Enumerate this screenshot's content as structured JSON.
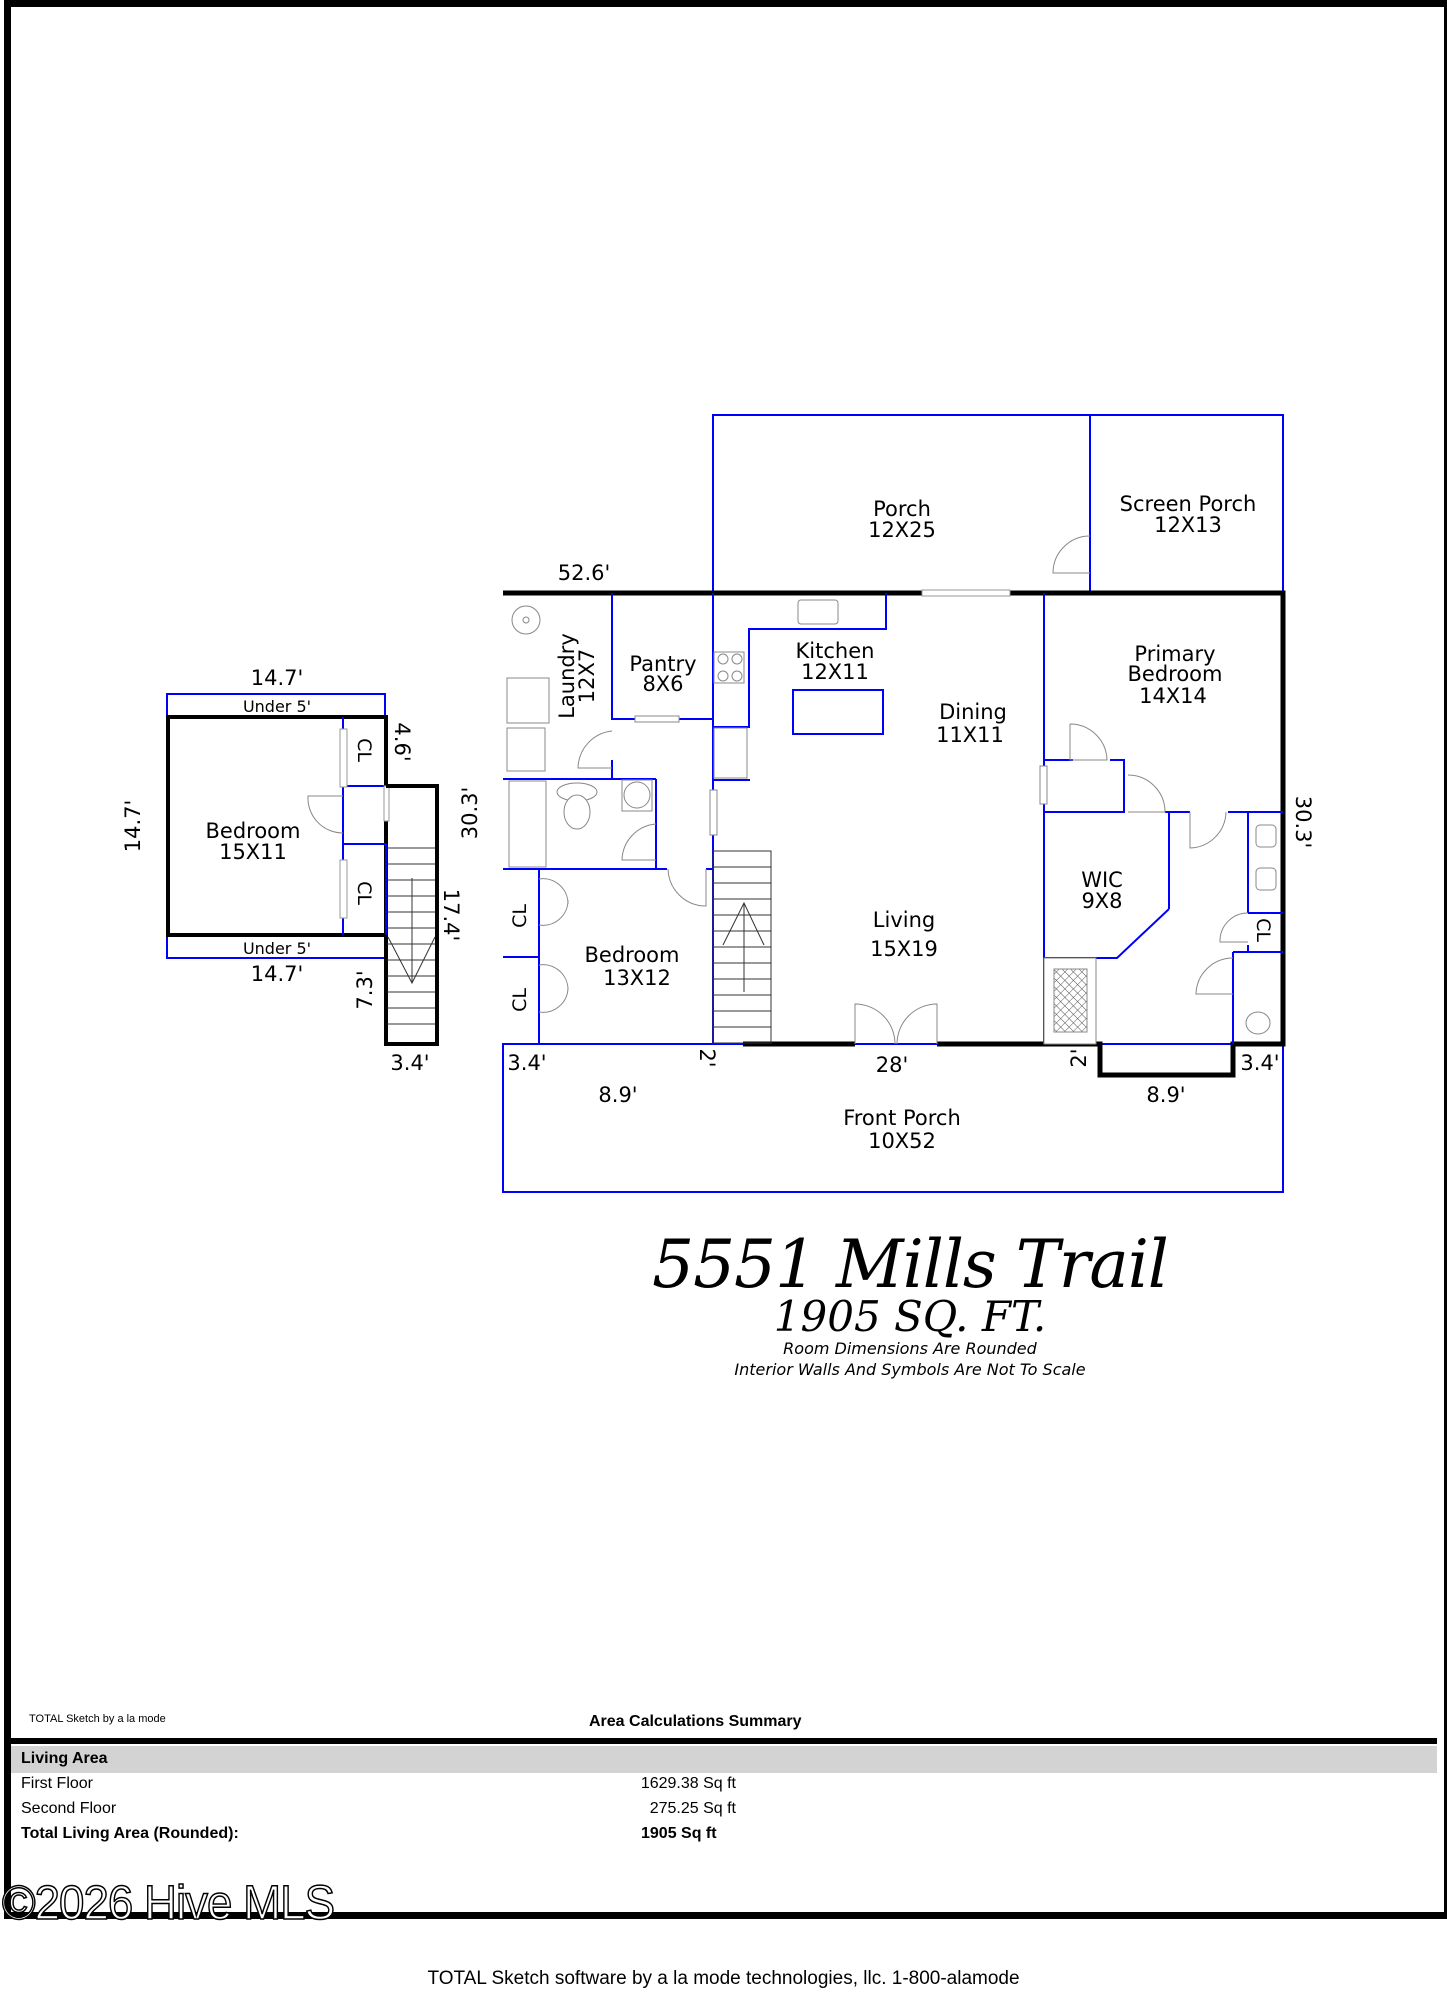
{
  "title": {
    "address": "5551 Mills Trail",
    "sqft": "1905 SQ. FT.",
    "note1": "Room Dimensions Are Rounded",
    "note2": "Interior Walls And Symbols Are Not To Scale"
  },
  "second_floor": {
    "rooms": [
      {
        "name": "Bedroom",
        "dims": "15X11"
      },
      {
        "name": "CL",
        "dims": ""
      },
      {
        "name": "CL",
        "dims": ""
      }
    ],
    "labels": {
      "top_width": "14.7'",
      "top_under": "Under 5'",
      "bottom_under": "Under 5'",
      "bottom_width": "14.7'",
      "left_height": "14.7'",
      "right_upper": "4.6'",
      "stair_length": "17.4'",
      "stair_lower": "7.3'",
      "stair_width": "3.4'"
    }
  },
  "first_floor": {
    "rooms": [
      {
        "name": "Porch",
        "dims": "12X25"
      },
      {
        "name": "Screen Porch",
        "dims": "12X13"
      },
      {
        "name": "Laundry",
        "dims": "12X7"
      },
      {
        "name": "Pantry",
        "dims": "8X6"
      },
      {
        "name": "Kitchen",
        "dims": "12X11"
      },
      {
        "name": "Dining",
        "dims": "11X11"
      },
      {
        "name": "Primary",
        "dims": "Bedroom"
      },
      {
        "name": "14X14",
        "dims": ""
      },
      {
        "name": "WIC",
        "dims": "9X8"
      },
      {
        "name": "Living",
        "dims": "15X19"
      },
      {
        "name": "Bedroom",
        "dims": "13X12"
      },
      {
        "name": "Front Porch",
        "dims": "10X52"
      }
    ],
    "closets": [
      "CL",
      "CL",
      "CL"
    ],
    "labels": {
      "top_width": "52.6'",
      "left_height": "30.3'",
      "right_height": "30.3'",
      "left_offset": "3.4'",
      "left_offset_small": "2'",
      "left_bump": "8.9'",
      "left_step": "2'",
      "front_width": "28'",
      "right_step": "2'",
      "right_bump": "8.9'",
      "right_offset": "3.4'",
      "right_offset_small": "2'"
    }
  },
  "summary": {
    "credit": "TOTAL Sketch by a la mode",
    "heading": "Area Calculations Summary",
    "section": "Living Area",
    "rows": [
      {
        "label": "First Floor",
        "value": "1629.38 Sq ft"
      },
      {
        "label": "Second Floor",
        "value": "275.25 Sq ft"
      },
      {
        "label": "Total Living Area (Rounded):",
        "value": "1905 Sq ft"
      }
    ]
  },
  "watermark": "©2026 Hive MLS",
  "footer": "TOTAL Sketch software by a la mode technologies, llc. 1-800-alamode",
  "colors": {
    "wall": "#000000",
    "interior_wall": "#0000ff",
    "fixture": "#808080",
    "summary_band": "#d3d3d3"
  }
}
